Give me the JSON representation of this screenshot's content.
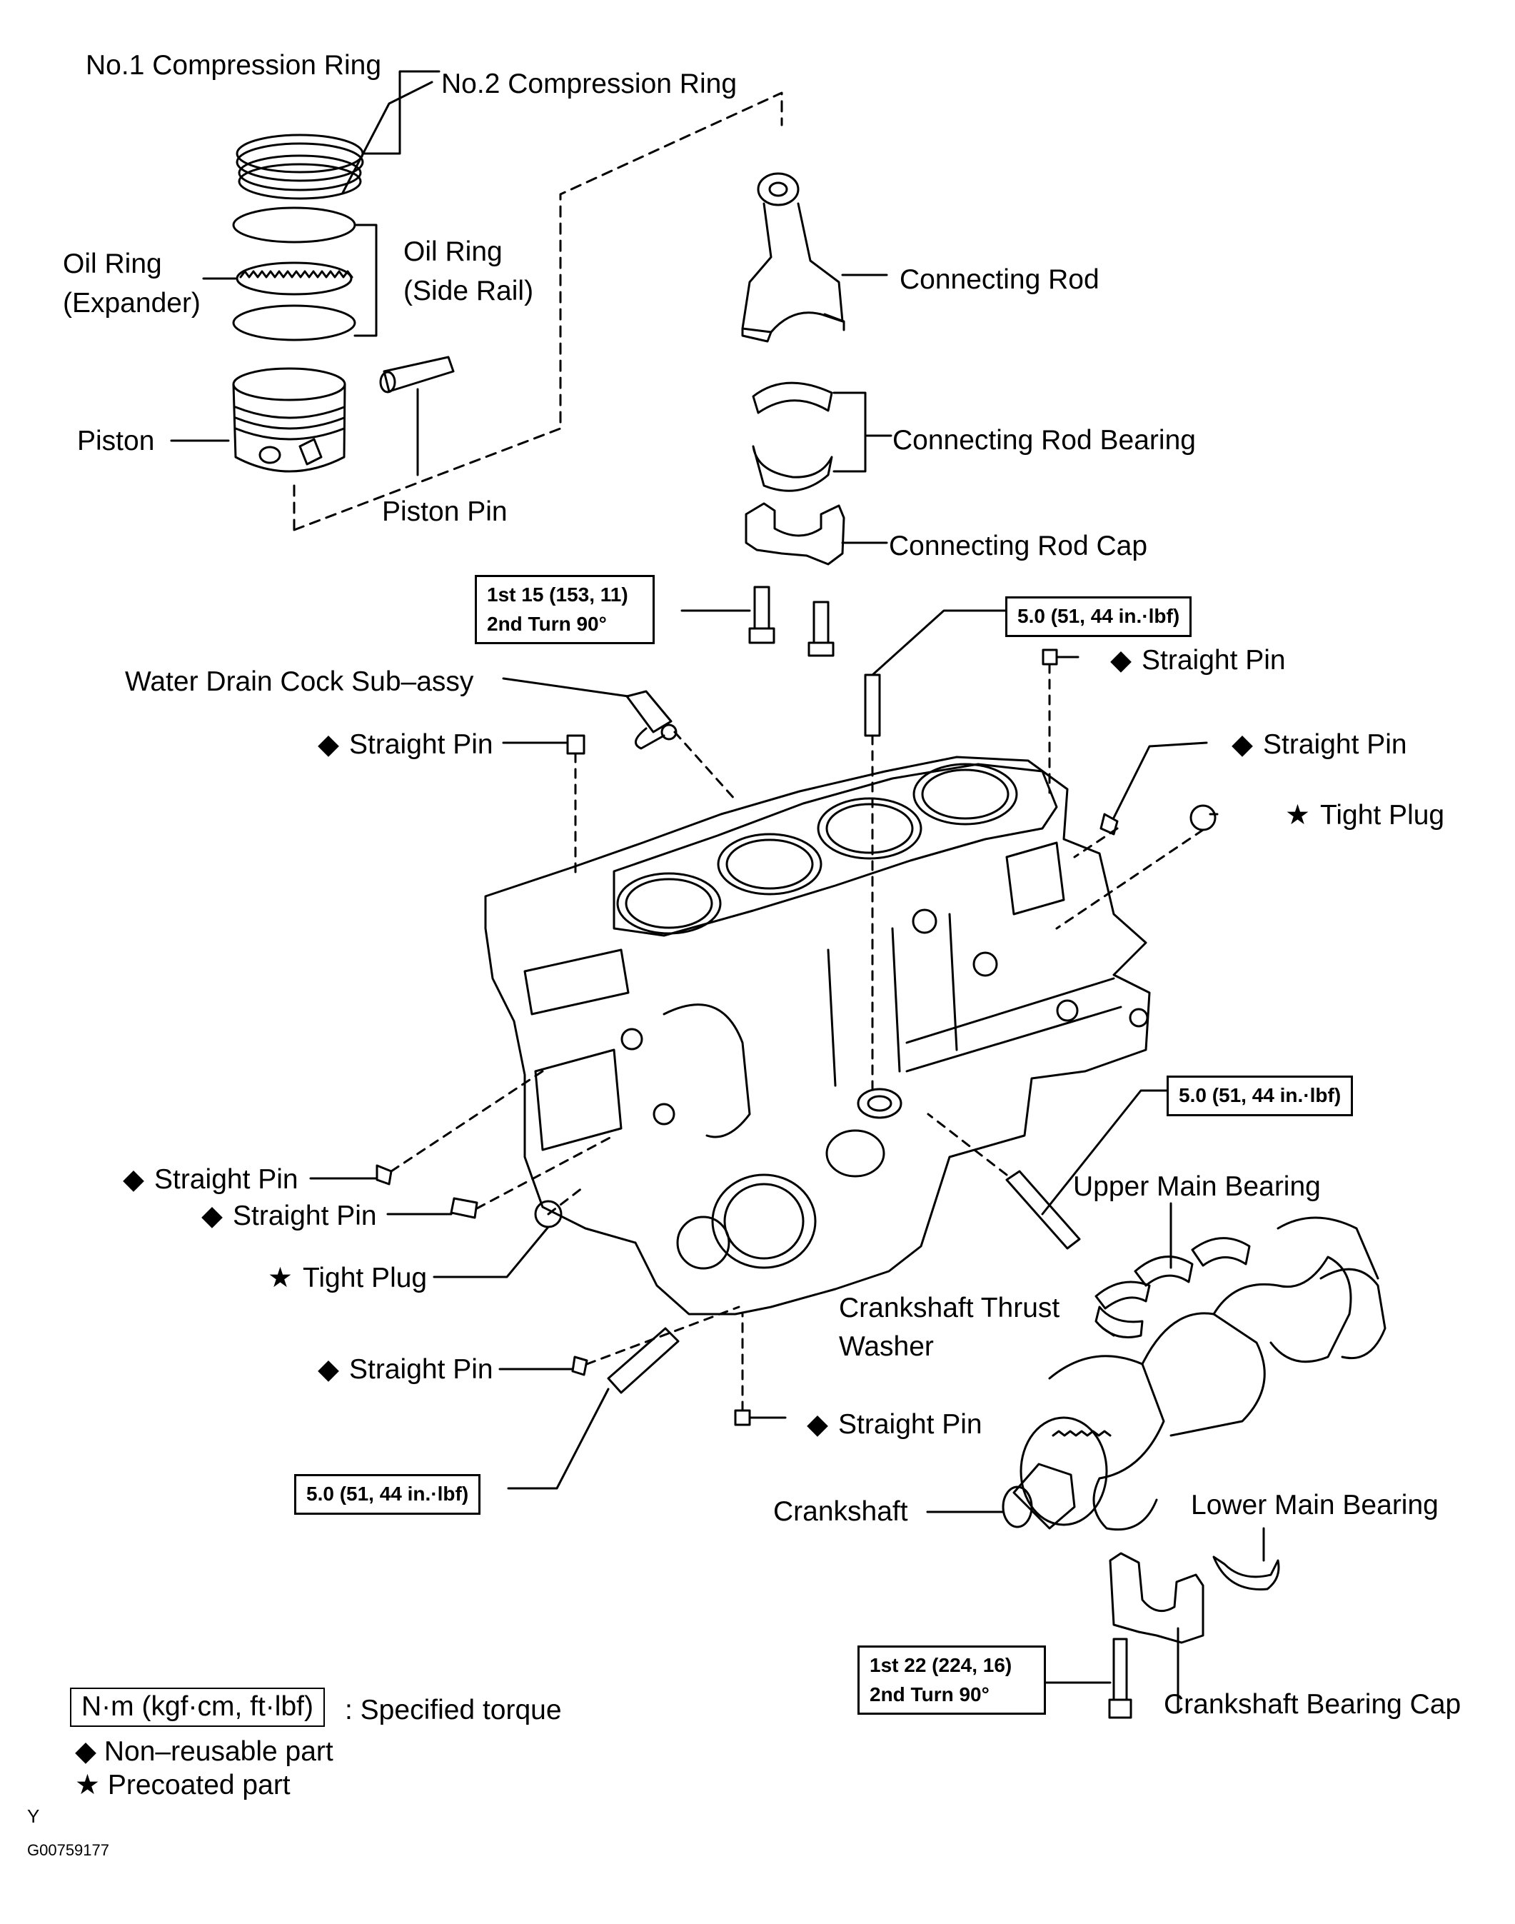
{
  "labels": {
    "no1_ring": "No.1 Compression Ring",
    "no2_ring": "No.2 Compression Ring",
    "oil_ring_expander_1": "Oil Ring",
    "oil_ring_expander_2": "(Expander)",
    "oil_ring_side_1": "Oil Ring",
    "oil_ring_side_2": "(Side Rail)",
    "piston": "Piston",
    "piston_pin": "Piston Pin",
    "connecting_rod": "Connecting Rod",
    "connecting_rod_bearing": "Connecting Rod Bearing",
    "connecting_rod_cap": "Connecting Rod Cap",
    "water_drain": "Water Drain Cock Sub–assy",
    "straight_pin": "Straight Pin",
    "tight_plug": "Tight Plug",
    "upper_main_bearing": "Upper Main Bearing",
    "thrust_washer_1": "Crankshaft Thrust",
    "thrust_washer_2": "Washer",
    "crankshaft": "Crankshaft",
    "lower_main_bearing": "Lower Main Bearing",
    "bearing_cap": "Crankshaft Bearing Cap"
  },
  "marks": {
    "non_reusable": "◆",
    "precoated": "★"
  },
  "torque": {
    "rod_cap_1": "1st 15 (153, 11)",
    "rod_cap_2": "2nd Turn 90°",
    "stud": "5.0 (51, 44 in.·lbf)",
    "main_cap_1": "1st 22 (224, 16)",
    "main_cap_2": "2nd Turn 90°"
  },
  "legend": {
    "torque_box": "N·m (kgf·cm, ft·lbf)",
    "torque_text": ": Specified torque",
    "non_reusable": "Non–reusable part",
    "precoated": "Precoated part"
  },
  "footer": {
    "letter": "Y",
    "code": "G00759177"
  }
}
